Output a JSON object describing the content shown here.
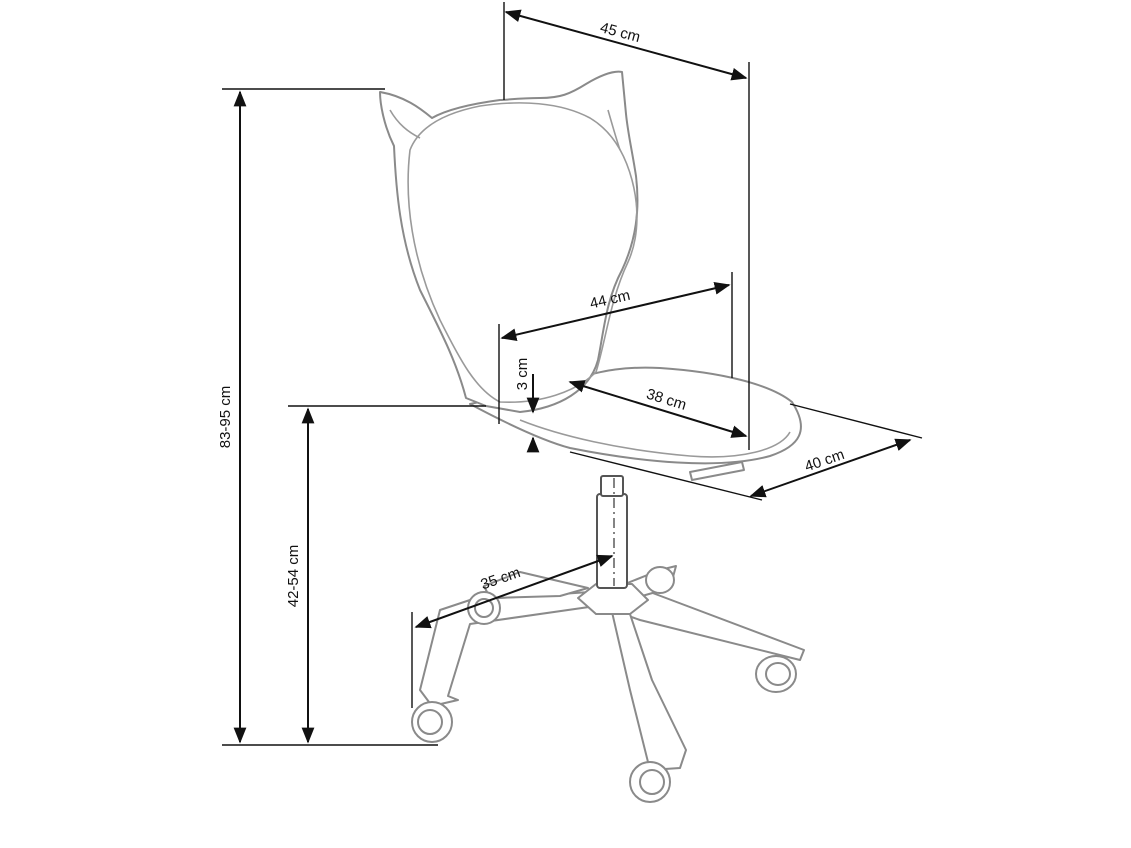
{
  "colors": {
    "background": "#ffffff",
    "dimension_lines": "#111111",
    "chair_outline": "#8a8a8a"
  },
  "dimensions": {
    "total_height": "83-95 cm",
    "seat_height": "42-54 cm",
    "back_width": "45 cm",
    "seat_width": "44 cm",
    "seat_depth": "38 cm",
    "overall_depth": "40 cm",
    "seat_thickness": "3 cm",
    "base_radius": "35 cm"
  }
}
